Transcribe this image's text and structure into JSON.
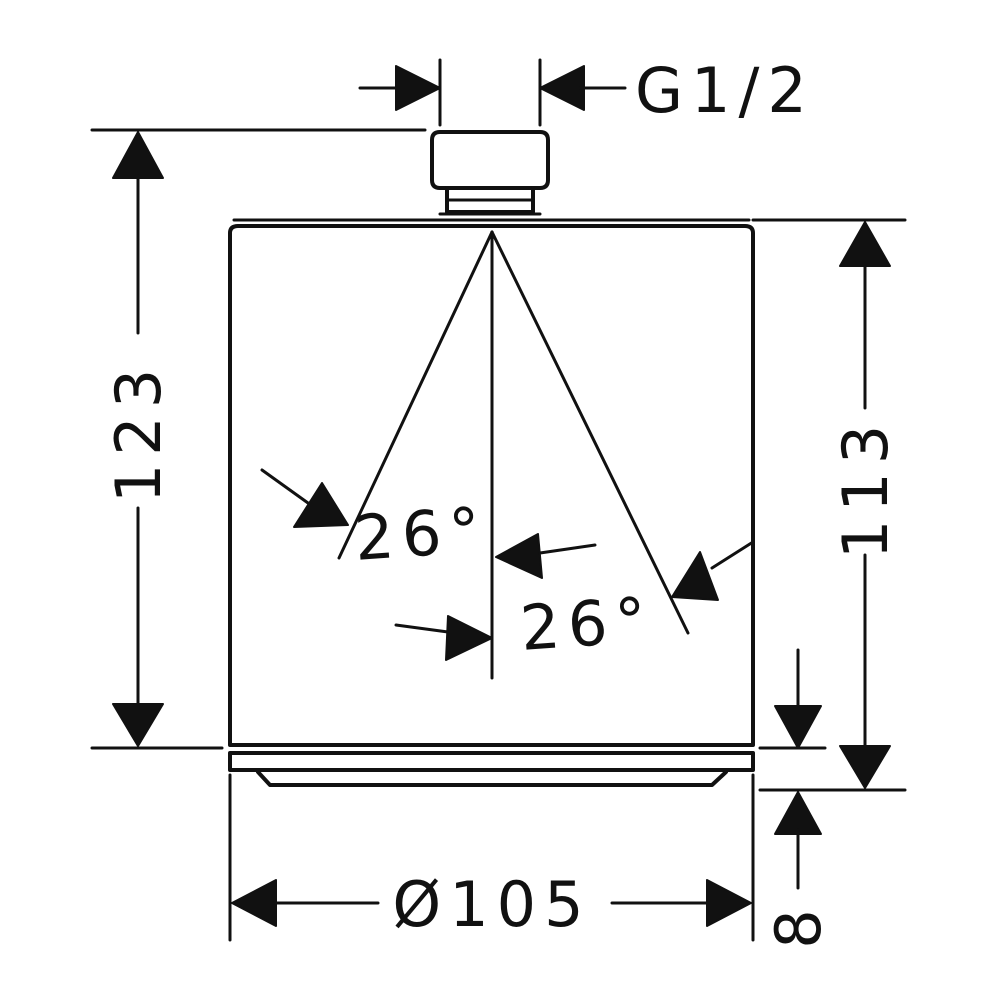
{
  "dimensions": {
    "thread": "G1/2",
    "overall_height": "123",
    "body_height": "113",
    "spray_angle_left": "26°",
    "spray_angle_right": "26°",
    "diameter": "Ø105",
    "nozzle_height": "8"
  },
  "colors": {
    "line": "#111111",
    "background": "#ffffff"
  }
}
